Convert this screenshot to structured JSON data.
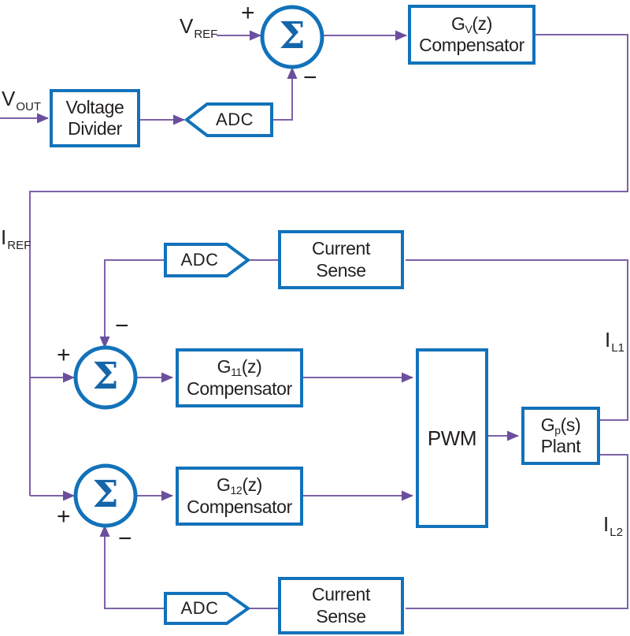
{
  "diagram_type": "control-system-block-diagram",
  "colors": {
    "box_border": "#1272ba",
    "wire": "#7d61a8",
    "arrowhead": "#6b4e9d",
    "sigma": "#1565a9",
    "text": "#231f20",
    "background": "#ffffff"
  },
  "sigma": {
    "symbol": "Σ"
  },
  "signs": {
    "plus": "+",
    "minus": "−"
  },
  "labels": {
    "vout": {
      "base": "V",
      "sub": "OUT"
    },
    "vref": {
      "base": "V",
      "sub": "REF"
    },
    "iref": {
      "base": "I",
      "sub": "REF"
    },
    "il1": {
      "base": "I",
      "sub": "L1"
    },
    "il2": {
      "base": "I",
      "sub": "L2"
    }
  },
  "blocks": {
    "voltage_divider": {
      "line1": "Voltage",
      "line2": "Divider"
    },
    "gv": {
      "main": "G",
      "sub": "V",
      "args": "(z)",
      "line2": "Compensator"
    },
    "g11": {
      "main": "G",
      "sub": "11",
      "args": "(z)",
      "line2": "Compensator"
    },
    "g12": {
      "main": "G",
      "sub": "12",
      "args": "(z)",
      "line2": "Compensator"
    },
    "plant": {
      "main": "G",
      "sub": "p",
      "args": "(s)",
      "line2": "Plant"
    },
    "pwm": {
      "label": "PWM"
    },
    "current_sense_top": {
      "line1": "Current",
      "line2": "Sense"
    },
    "current_sense_bottom": {
      "line1": "Current",
      "line2": "Sense"
    },
    "adc": {
      "label": "ADC"
    }
  }
}
